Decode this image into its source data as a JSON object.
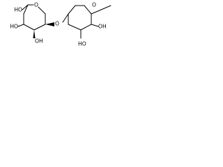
{
  "molecule": {
    "atoms": {
      "o_ho_top_left": "HO",
      "o_ring_left": "O",
      "o_ho_mid_left": "HO",
      "o_oh_bottom_left": "OH",
      "o_glycosidic": "O",
      "o_ring_right": "O",
      "o_ho_bottom_right": "HO",
      "o_oh_mid_right": "OH"
    }
  }
}
